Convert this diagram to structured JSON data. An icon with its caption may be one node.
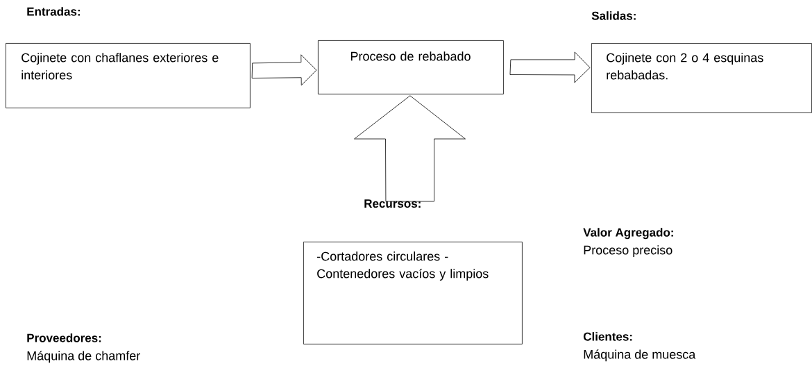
{
  "diagram": {
    "nodes": [
      {
        "text": [
          "Entradas:",
          "Cojinete con chaflanes exteriores e interiores"
        ]
      },
      {
        "text": [
          "Proceso de rebabado"
        ]
      },
      {
        "text": [
          "Salidas:",
          "Cojinete con 2 o 4 esquinas rebabadas."
        ]
      },
      {
        "text": [
          "Recursos:",
          "-Cortadores circulares -Contenedores vacíos y limpios"
        ]
      }
    ],
    "edges": [
      {
        "from": 0,
        "to": 1,
        "arrow": "to"
      },
      {
        "from": 1,
        "to": 2,
        "arrow": "to"
      },
      {
        "from": 3,
        "to": 1,
        "arrow": "to"
      }
    ],
    "labels": [
      "Valor Agregado:",
      "Proceso preciso",
      "Proveedores:",
      "Máquina de chamfer",
      "Clientes:",
      "Máquina de muesca"
    ]
  }
}
